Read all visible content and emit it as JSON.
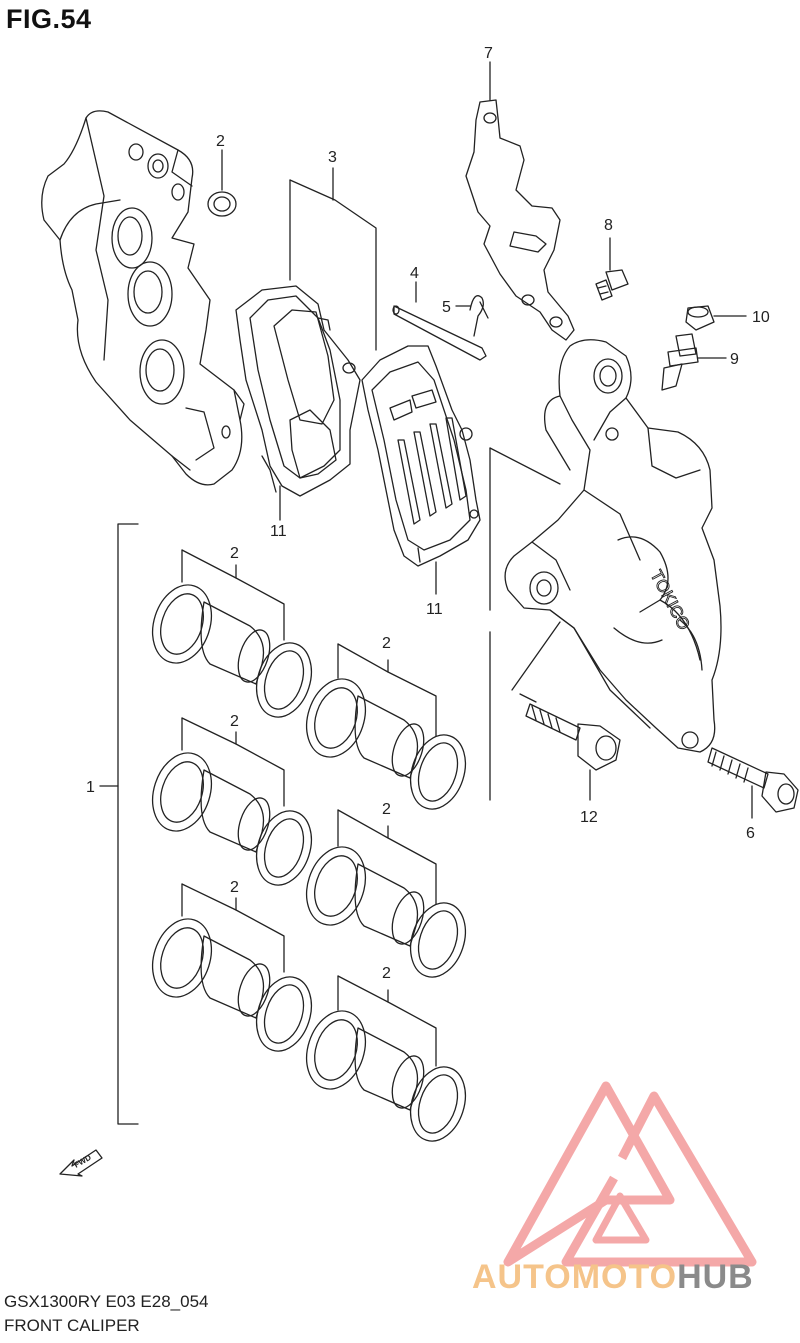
{
  "figure": {
    "title": "FIG.54",
    "model_line": "GSX1300RY E03 E28_054",
    "caption": "FRONT CALIPER"
  },
  "callouts": {
    "c1": "1",
    "c2": "2",
    "c3": "3",
    "c4": "4",
    "c5": "5",
    "c6": "6",
    "c7": "7",
    "c8": "8",
    "c9": "9",
    "c10": "10",
    "c11": "11",
    "c12": "12"
  },
  "caliper_brand": "TOKICO",
  "direction_marker": "FWD",
  "watermark": {
    "part_a": "AUTOMOTO",
    "part_b": "HUB",
    "colors": {
      "logo": "#f39a9a",
      "text_a": "#f5c48a",
      "text_b": "#8a8a8a"
    }
  }
}
